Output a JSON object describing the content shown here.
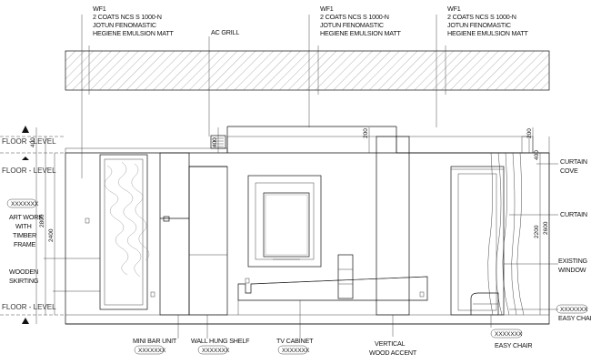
{
  "paint_notes": [
    {
      "code": "WF1",
      "lines": [
        "2 COATS NCS S 1000-N",
        "JOTUN FENOMASTIC",
        "HEGIENE EMULSION MATT"
      ]
    },
    {
      "code": "WF1",
      "lines": [
        "2 COATS NCS S 1000-N",
        "JOTUN FENOMASTIC",
        "HEGIENE EMULSION MATT"
      ]
    },
    {
      "code": "WF1",
      "lines": [
        "2 COATS NCS S 1000-N",
        "JOTUN FENOMASTIC",
        "HEGIENE EMULSION MATT"
      ]
    }
  ],
  "labels": {
    "ac_grill": "AC GRILL",
    "art_work": [
      "ART WORK",
      "WITH",
      "TIMBER",
      "FRAME"
    ],
    "wooden_skirting": [
      "WOODEN",
      "SKIRTING"
    ],
    "curtain_cove": [
      "CURTAIN",
      "COVE"
    ],
    "curtain": "CURTAIN",
    "existing_window": [
      "EXISTING",
      "WINDOW"
    ],
    "easy_chair_right": "EASY CHAIR",
    "mini_bar": "MINI BAR UNIT",
    "wall_hung_shelf": "WALL HUNG SHELF",
    "tv_cabinet": "TV CABINET",
    "vertical_wood_accent": [
      "VERTICAL",
      "WOOD ACCENT"
    ],
    "easy_chair_bottom": "EASY CHAIR"
  },
  "tags": {
    "art_work": "XXXXXXX",
    "easy_chair_right": "XXXXXXX",
    "mini_bar": "XXXXXXX",
    "wall_hung_shelf": "XXXXXXX",
    "tv_cabinet": "XXXXXXX",
    "easy_chair_bottom": "XXXXXXX"
  },
  "levels": {
    "upper": "FLOOR - LEVEL",
    "middle": "FLOOR - LEVEL",
    "lower": "FLOOR - LEVEL"
  },
  "dimensions": {
    "left_400": "400",
    "left_2800": "2800",
    "left_2400": "2400",
    "ac_400": "400",
    "mid_200": "200",
    "right_200": "200",
    "right_400": "400",
    "right_2200": "2200",
    "right_2600": "2600"
  },
  "colors": {
    "line": "#111111",
    "hatch": "#555555",
    "background": "#ffffff"
  }
}
